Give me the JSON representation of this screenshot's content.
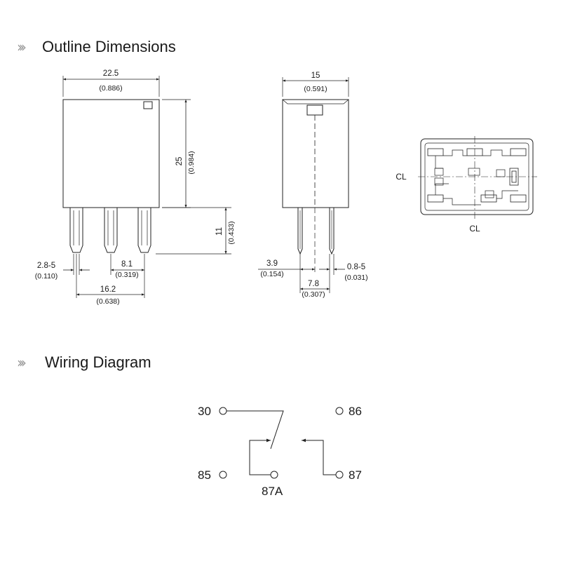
{
  "outline": {
    "title": "Outline Dimensions",
    "front_view": {
      "width": "22.5",
      "width_in": "(0.886)",
      "height": "25",
      "height_in": "(0.984)",
      "pin_length": "11",
      "pin_length_in": "(0.433)",
      "pin_width": "2.8-5",
      "pin_width_in": "(0.110)",
      "pin_pitch": "8.1",
      "pin_pitch_in": "(0.319)",
      "pin_span": "16.2",
      "pin_span_in": "(0.638)"
    },
    "side_view": {
      "width": "15",
      "width_in": "(0.591)",
      "offset": "3.9",
      "offset_in": "(0.154)",
      "pin_thickness": "0.8-5",
      "pin_thickness_in": "(0.031)",
      "pin_spacing": "7.8",
      "pin_spacing_in": "(0.307)"
    },
    "bottom_view": {
      "centerline_label": "CL"
    }
  },
  "wiring": {
    "title": "Wiring Diagram",
    "terminals": {
      "t30": "30",
      "t86": "86",
      "t85": "85",
      "t87": "87",
      "t87a": "87A"
    }
  }
}
